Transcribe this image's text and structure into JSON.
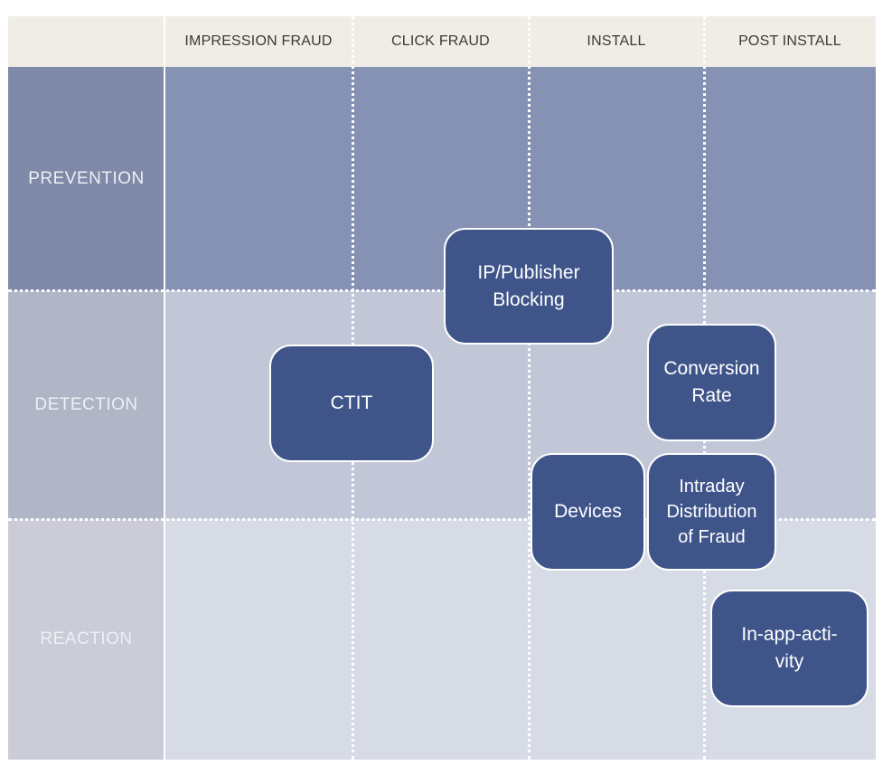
{
  "columns": [
    "IMPRESSION FRAUD",
    "CLICK FRAUD",
    "INSTALL",
    "POST INSTALL"
  ],
  "rows": [
    "PREVENTION",
    "DETECTION",
    "REACTION"
  ],
  "boxes": {
    "ip_publisher_blocking": {
      "line1": "IP/Publisher",
      "line2": "Blocking"
    },
    "ctit": {
      "line1": "CTIT"
    },
    "conversion_rate": {
      "line1": "Conversion",
      "line2": "Rate"
    },
    "devices": {
      "line1": "Devices"
    },
    "intraday": {
      "line1": "Intraday",
      "line2": "Distribution",
      "line3": "of Fraud"
    },
    "in_app_activity": {
      "line1": "In-app-acti-",
      "line2": "vity"
    }
  },
  "colors": {
    "header_bg": "#f0ede6",
    "prevention_bg": "#8692b3",
    "detection_bg": "#c2c7d8",
    "reaction_bg": "#d6dbe6",
    "box_fill": "#3f558a"
  }
}
